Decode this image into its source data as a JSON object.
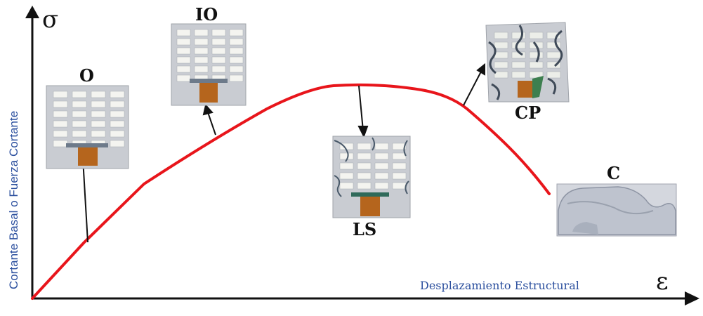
{
  "axes": {
    "y_symbol": "σ",
    "x_symbol": "ε",
    "y_label": "Cortante Basal o Fuerza Cortante",
    "x_label": "Desplazamiento Estructural"
  },
  "states": [
    {
      "code": "O",
      "condition": "intact"
    },
    {
      "code": "IO",
      "condition": "intact"
    },
    {
      "code": "LS",
      "condition": "cracked"
    },
    {
      "code": "CP",
      "condition": "heavily-cracked"
    },
    {
      "code": "C",
      "condition": "collapsed"
    }
  ],
  "colors": {
    "curve": "#e8151b",
    "axis": "#111111",
    "label_blue": "#2b4f9e",
    "building_bg": "#c9ccd2",
    "window": "#f4f4f0",
    "door": "#b5651d",
    "crack": "#4a5a6a"
  }
}
